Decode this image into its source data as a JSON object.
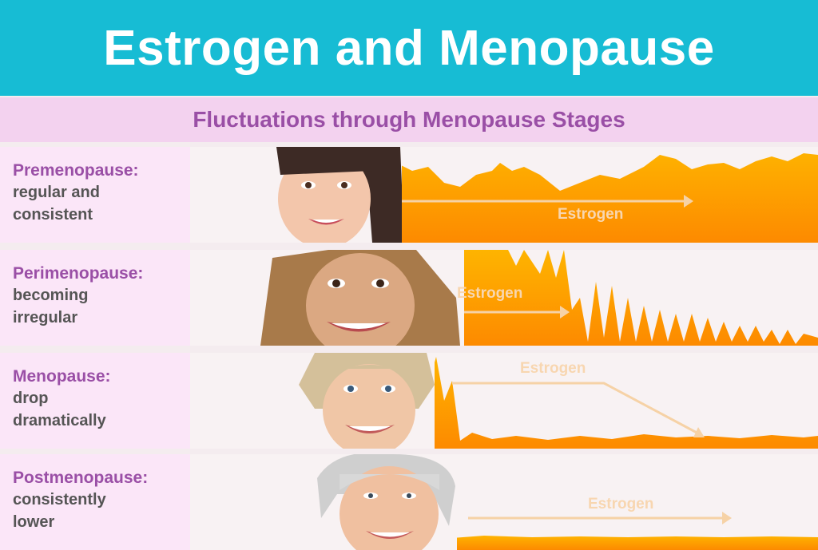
{
  "header": {
    "title": "Estrogen and Menopause"
  },
  "subheader": {
    "subtitle": "Fluctuations through Menopause Stages"
  },
  "stages": [
    {
      "name": "Premenopause:",
      "description": "regular and\nconsistent",
      "chart_label": "Estrogen",
      "pattern": "high-fluctuating"
    },
    {
      "name": "Perimenopause:",
      "description": "becoming\nirregular",
      "chart_label": "Estrogen",
      "pattern": "erratic-spikes"
    },
    {
      "name": "Menopause:",
      "description": "drop\ndramatically",
      "chart_label": "Estrogen",
      "pattern": "sharp-drop"
    },
    {
      "name": "Postmenopause:",
      "description": "consistently\nlower",
      "chart_label": "Estrogen",
      "pattern": "low-flat"
    }
  ],
  "colors": {
    "header": "#17bcd4",
    "subheader": "#f3d2ef",
    "accent_purple": "#9a4fa6",
    "wave_orange": "#fd8a00",
    "wave_yellow": "#feb400"
  }
}
